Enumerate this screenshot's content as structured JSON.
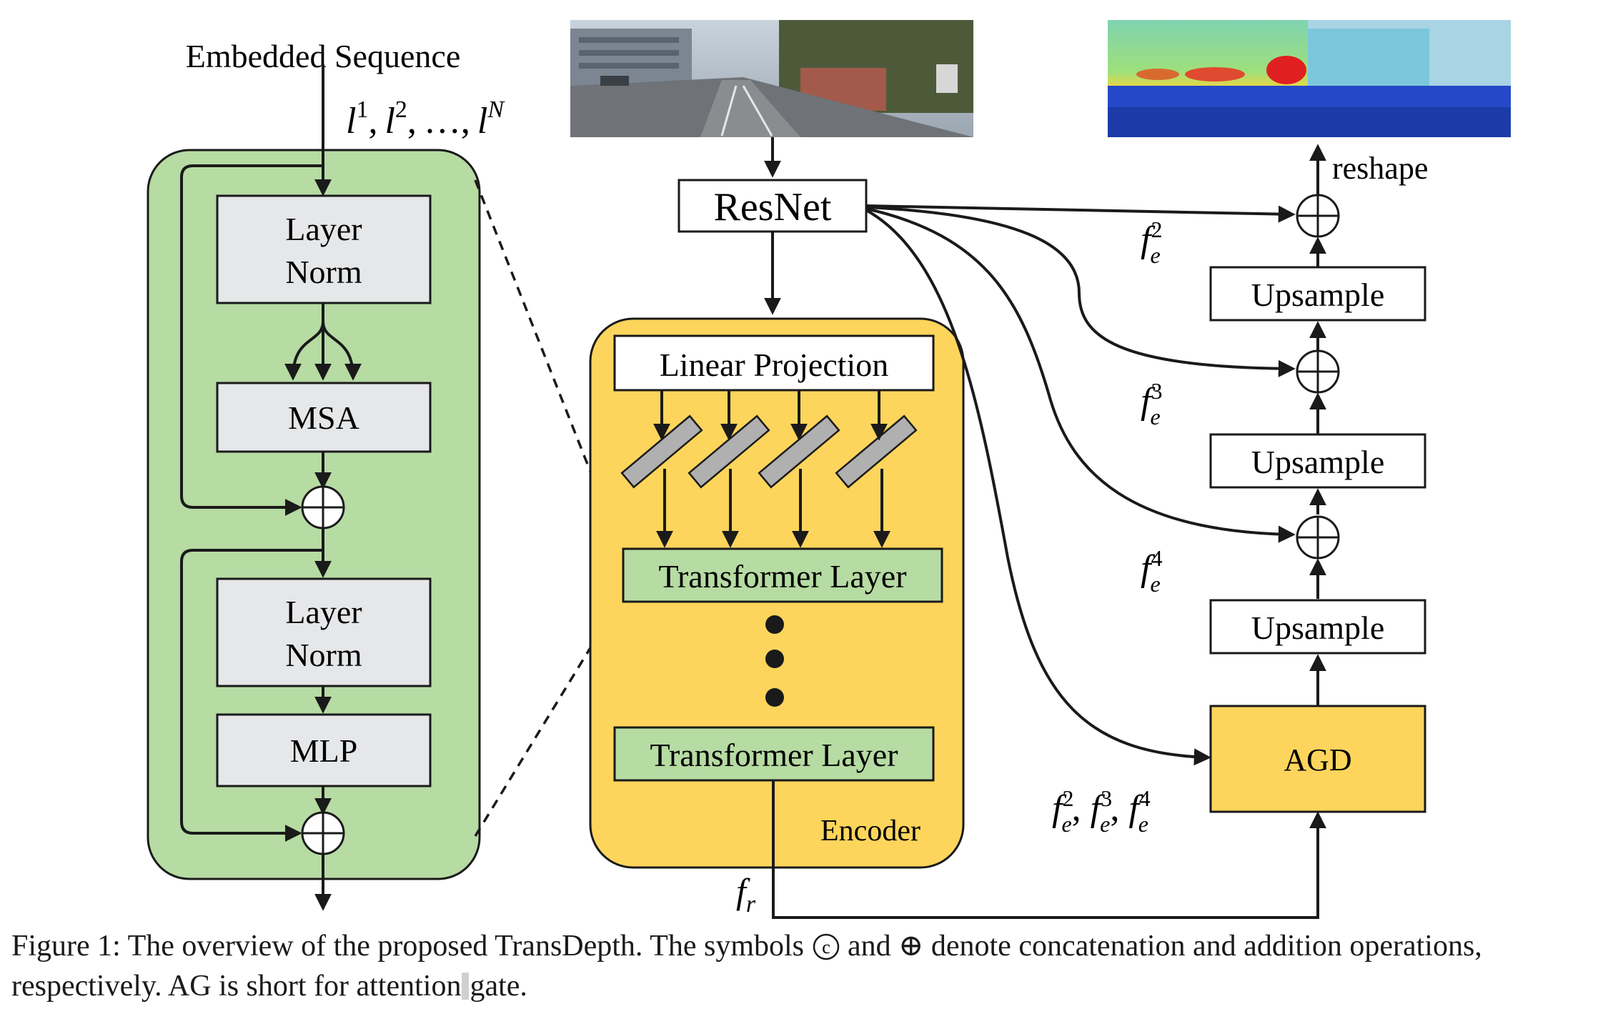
{
  "figure": {
    "left_panel": {
      "input_title": "Embedded Sequence",
      "input_tokens": {
        "l": "l",
        "sup1": "1",
        "sup2": "2",
        "supN": "N",
        "sep": ",",
        "dots": "…"
      },
      "blocks": [
        {
          "id": "layer-norm-1",
          "line1": "Layer",
          "line2": "Norm"
        },
        {
          "id": "msa",
          "line1": "MSA"
        },
        {
          "id": "layer-norm-2",
          "line1": "Layer",
          "line2": "Norm"
        },
        {
          "id": "mlp",
          "line1": "MLP"
        }
      ]
    },
    "input_image": {
      "description": "street scene photo"
    },
    "backbone": "ResNet",
    "encoder": {
      "label": "Encoder",
      "projection": "Linear Projection",
      "layers": [
        "Transformer Layer",
        "Transformer Layer"
      ]
    },
    "decoder": {
      "output_label": "reshape",
      "upsample": [
        "Upsample",
        "Upsample",
        "Upsample"
      ],
      "agd": "AGD"
    },
    "features": {
      "f": "f",
      "e": "e",
      "r": "r",
      "sup2": "2",
      "sup3": "3",
      "sup4": "4"
    },
    "colors": {
      "green_panel": "#b6dba3",
      "yellow_encoder": "#fdd55c",
      "gray_block": "#e6e7e9",
      "green_layer": "#b6dba3",
      "agd": "#fdd55c"
    }
  },
  "caption": {
    "part1": "Figure 1: The overview of the proposed TransDepth. The symbols ",
    "circled_c": "c",
    "part2": " and ",
    "oplus": "⊕",
    "part3": " denote concatenation and addition operations,",
    "part4": "respectively. AG is short for attention",
    "part5": "gate."
  }
}
